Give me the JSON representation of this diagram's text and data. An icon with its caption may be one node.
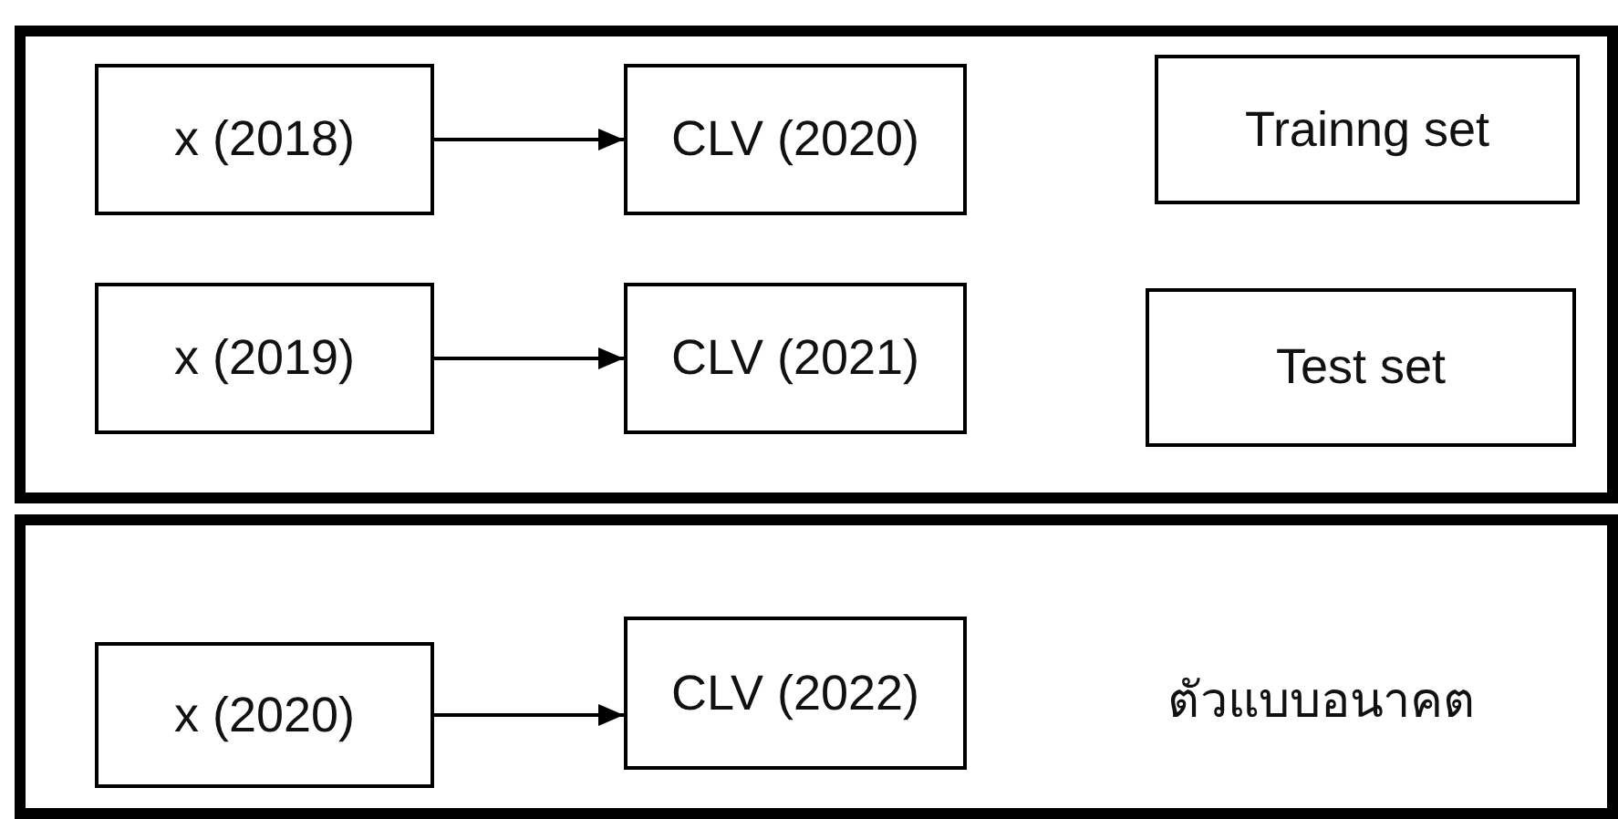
{
  "diagram": {
    "nodes": [
      {
        "text": [],
        "shape": "box"
      },
      {
        "text": [
          "x (2018)"
        ],
        "in": 0
      },
      {
        "text": [
          "CLV (2020)"
        ],
        "in": 0
      },
      {
        "text": [
          "Trainng set"
        ],
        "in": 0
      },
      {
        "text": [
          "x (2019)"
        ],
        "in": 0
      },
      {
        "text": [
          "CLV (2021)"
        ],
        "in": 0
      },
      {
        "text": [
          "Test set"
        ],
        "in": 0
      },
      {
        "text": [],
        "shape": "box"
      },
      {
        "text": [
          "x (2020)"
        ],
        "in": 7
      },
      {
        "text": [
          "CLV (2022)"
        ],
        "in": 7
      }
    ],
    "edges": [
      {
        "from": 1,
        "to": 2,
        "arrow": "to"
      },
      {
        "from": 4,
        "to": 5,
        "arrow": "to"
      },
      {
        "from": 8,
        "to": 9,
        "arrow": "to"
      }
    ],
    "labels": [
      "ตัวแบบอนาคต"
    ]
  }
}
